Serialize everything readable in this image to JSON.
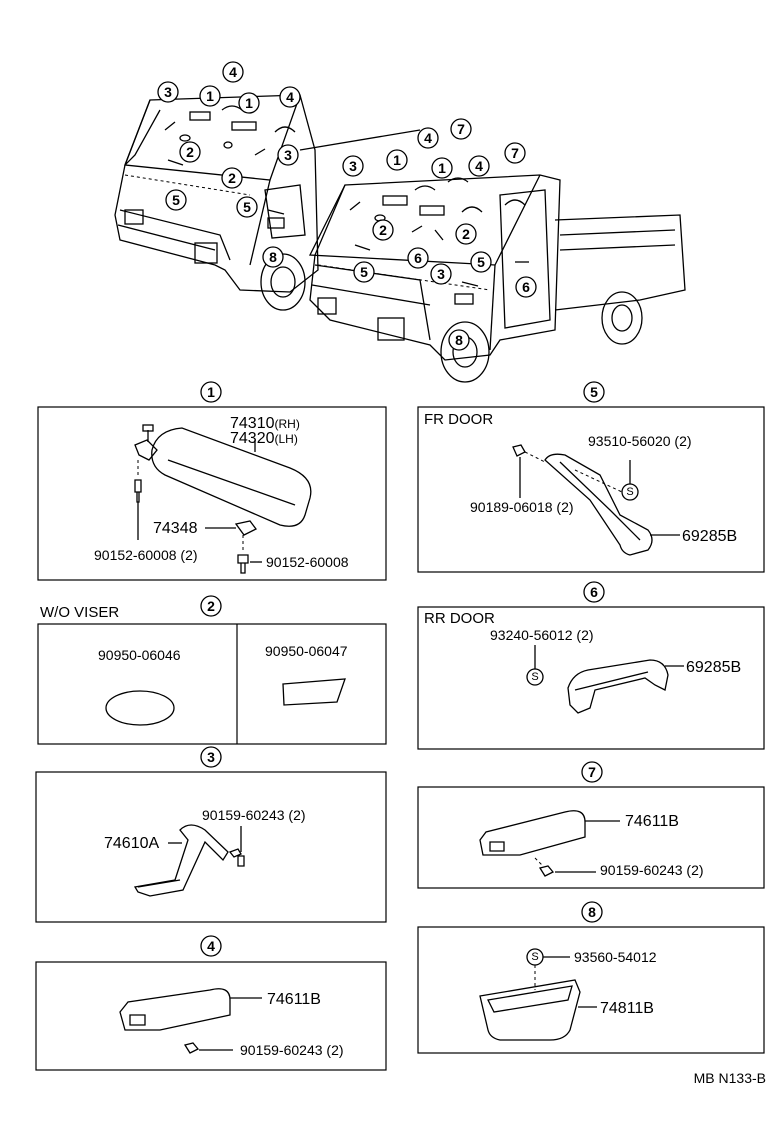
{
  "overview": {
    "callouts": [
      "3",
      "1",
      "4",
      "1",
      "4",
      "2",
      "2",
      "3",
      "5",
      "5",
      "8",
      "3",
      "1",
      "4",
      "7",
      "1",
      "4",
      "7",
      "2",
      "2",
      "6",
      "3",
      "5",
      "5",
      "6",
      "8"
    ]
  },
  "sections": {
    "s1": {
      "number": "1",
      "parts": {
        "visor_rh": "74310",
        "rh": "(RH)",
        "visor_lh": "74320",
        "lh": "(LH)",
        "holder": "74348",
        "screw_a": "90152-60008 (2)",
        "screw_b": "90152-60008"
      }
    },
    "s2": {
      "number": "2",
      "title": "W/O VISER",
      "parts": {
        "left": "90950-06046",
        "right": "90950-06047"
      }
    },
    "s3": {
      "number": "3",
      "parts": {
        "grip": "74610A",
        "screw": "90159-60243 (2)"
      }
    },
    "s4": {
      "number": "4",
      "parts": {
        "grip": "74611B",
        "screw": "90159-60243 (2)"
      }
    },
    "s5": {
      "number": "5",
      "title": "FR  DOOR",
      "parts": {
        "plug": "93510-56020 (2)",
        "clip": "90189-06018 (2)",
        "handle": "69285B"
      },
      "s_mark": "S"
    },
    "s6": {
      "number": "6",
      "title": "RR  DOOR",
      "parts": {
        "plug": "93240-56012 (2)",
        "handle": "69285B"
      },
      "s_mark": "S"
    },
    "s7": {
      "number": "7",
      "parts": {
        "grip": "74611B",
        "screw": "90159-60243 (2)"
      }
    },
    "s8": {
      "number": "8",
      "parts": {
        "plug": "93560-54012",
        "box": "74811B"
      },
      "s_mark": "S"
    }
  },
  "footer": {
    "code": "MB  N133-B"
  }
}
